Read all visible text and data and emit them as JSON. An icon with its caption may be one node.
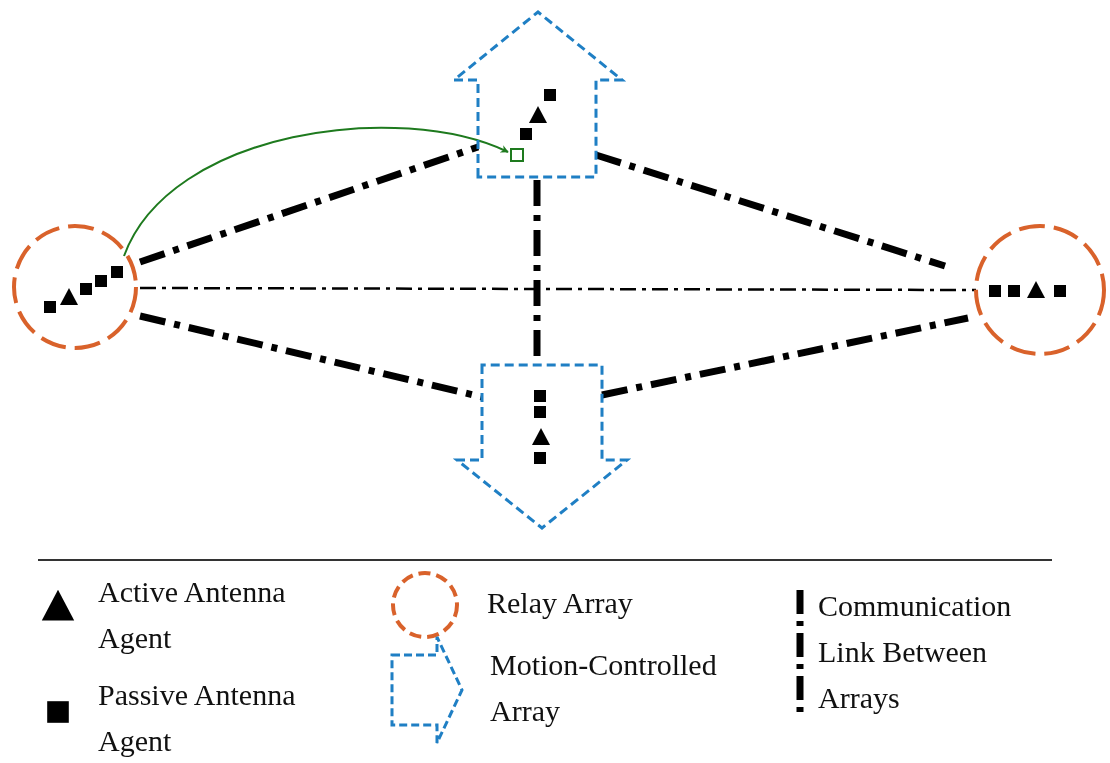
{
  "diagram": {
    "nodes": [
      {
        "text": [],
        "shape": "circle"
      },
      {
        "text": [],
        "shape": "arrow"
      },
      {
        "text": [],
        "shape": "arrow"
      },
      {
        "text": [],
        "shape": "circle"
      },
      {
        "text": [],
        "shape": "box",
        "in": 1
      }
    ],
    "edges": [
      {
        "from": 0,
        "to": 1,
        "arrow": "none",
        "style": "dashed"
      },
      {
        "from": 0,
        "to": 2,
        "arrow": "none",
        "style": "dashed"
      },
      {
        "from": 1,
        "to": 3,
        "arrow": "none",
        "style": "dashed"
      },
      {
        "from": 2,
        "to": 3,
        "arrow": "none",
        "style": "dashed"
      },
      {
        "from": 1,
        "to": 2,
        "arrow": "none",
        "style": "dashed"
      },
      {
        "from": 0,
        "to": 3,
        "arrow": "none",
        "style": "dashed"
      },
      {
        "from": 0,
        "to": 4,
        "arrow": "to",
        "color": "#1e7a1e"
      }
    ],
    "legend": [
      {
        "text": "Active Antenna Agent"
      },
      {
        "text": "Passive Antenna Agent"
      },
      {
        "text": "Relay Array"
      },
      {
        "text": "Motion-Controlled Array"
      },
      {
        "text": "Communication Link Between Arrays"
      }
    ]
  }
}
